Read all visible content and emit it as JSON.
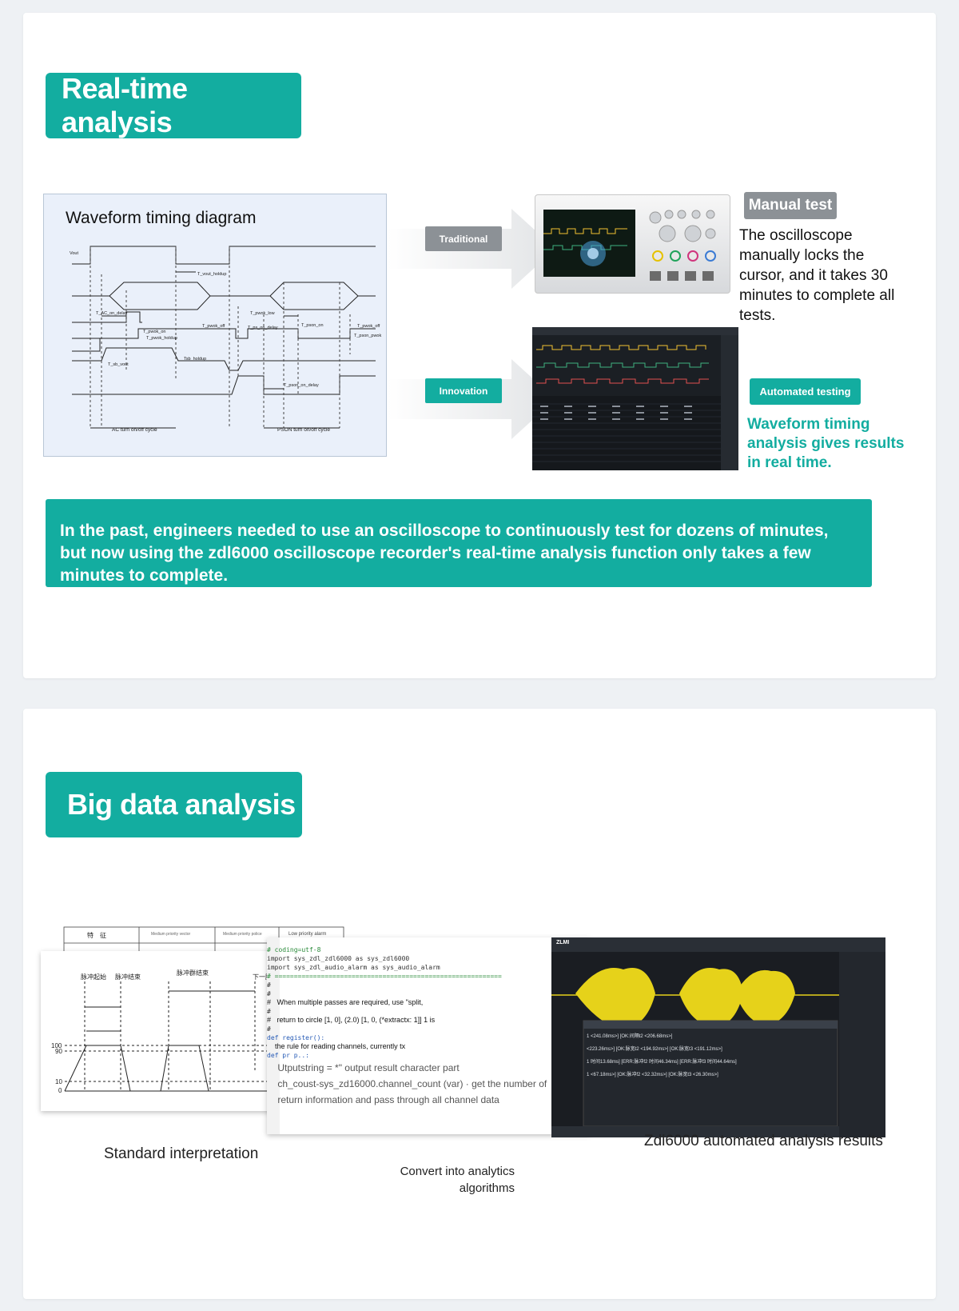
{
  "section1": {
    "heading": "Real-time analysis",
    "panel_title": "Waveform timing diagram",
    "diagram_labels": {
      "t_hold": "T_vout_holdup",
      "t_ac_on": "T_AC_on_delay",
      "t_pwok_on": "T_pwok_on",
      "t_pwok_holdup": "T_pwok_holdup",
      "t_pwok_off": "T_pwok_off",
      "t_pwok_low": "T_pwok_low",
      "t_ps_on_delay": "T_ps_on_delay",
      "t_pson_on": "T_pson_on",
      "t_pwok_off2": "T_pwok_off",
      "t_pson_pwok": "T_pson_pwok",
      "t_sb_vout": "T_sb_vout",
      "t_sb_holdup": "Tsb_holdup",
      "t_pson_on_delay": "T_pson_on_delay",
      "ac_cycle": "AC turn on/off cycle",
      "pson_cycle": "PSON turn on/off cycle",
      "vout": "Vout"
    },
    "traditional_label": "Traditional",
    "innovation_label": "Innovation",
    "manual_test_label": "Manual test",
    "manual_test_desc": "The oscilloscope manually locks the cursor, and it takes 30 minutes to complete all tests.",
    "automated_label": "Automated testing",
    "automated_desc": "Waveform timing analysis gives results in real time.",
    "banner_text": "In the past, engineers needed to use an oscilloscope to continuously test for dozens of minutes, but now using the zdl6000 oscilloscope recorder's real-time analysis function only takes a few minutes to complete."
  },
  "section2": {
    "heading": "Big data analysis",
    "caption_standard": "Standard interpretation",
    "caption_convert": "Convert into analytics algorithms",
    "caption_results": "Zdl6000 automated analysis results",
    "table_headers": [
      "特　征",
      "Medium priority vector",
      "Medium priority police",
      "Low priority alarm"
    ],
    "code_lines": [
      "# coding=utf-8",
      "",
      "import sys_zdl_zdl6000 as sys_zdl6000",
      "import sys_zdl_audio_alarm as sys_audio_alarm",
      "",
      "",
      "# ===========================================================",
      "",
      "#",
      "#",
      "#   When multiple passes are required, use \"split,",
      "#",
      "#   return to circle [1, 0], (2.0) [1, 0, (*extractx: 1]] 1 is",
      "#",
      "def register():",
      "    the rule for reading channels, currently tx",
      "",
      "",
      "def pr p..:",
      "",
      "",
      "",
      "    Utputstring = *\" output result character part",
      "    ch_coust-sys_zd16000.channel_count (var) · get the number of",
      "    return information and pass through all channel data"
    ],
    "result_rows": [
      "1 <241.08ms>] [OK:间隔t2 <206.68ms>]",
      "<223.26ms>] [OK:脉宽t2 <194.92ms>] [OK:脉宽t3 <191.12ms>]",
      "1 时间13.68ms] [ERR:脉冲f2 时间46.34ms] [ERR:脉冲f3 时间44.64ms]",
      "1 <67.18ms>] [OK:脉冲f2 <32.32ms>] [OK:脉宽t3 <26.30ms>]"
    ],
    "brand": "ZLMI"
  },
  "colors": {
    "teal": "#13ada0",
    "grey_tag": "#8c9196",
    "panel_bg": "#eaf0fa",
    "page_bg": "#eef1f4"
  }
}
